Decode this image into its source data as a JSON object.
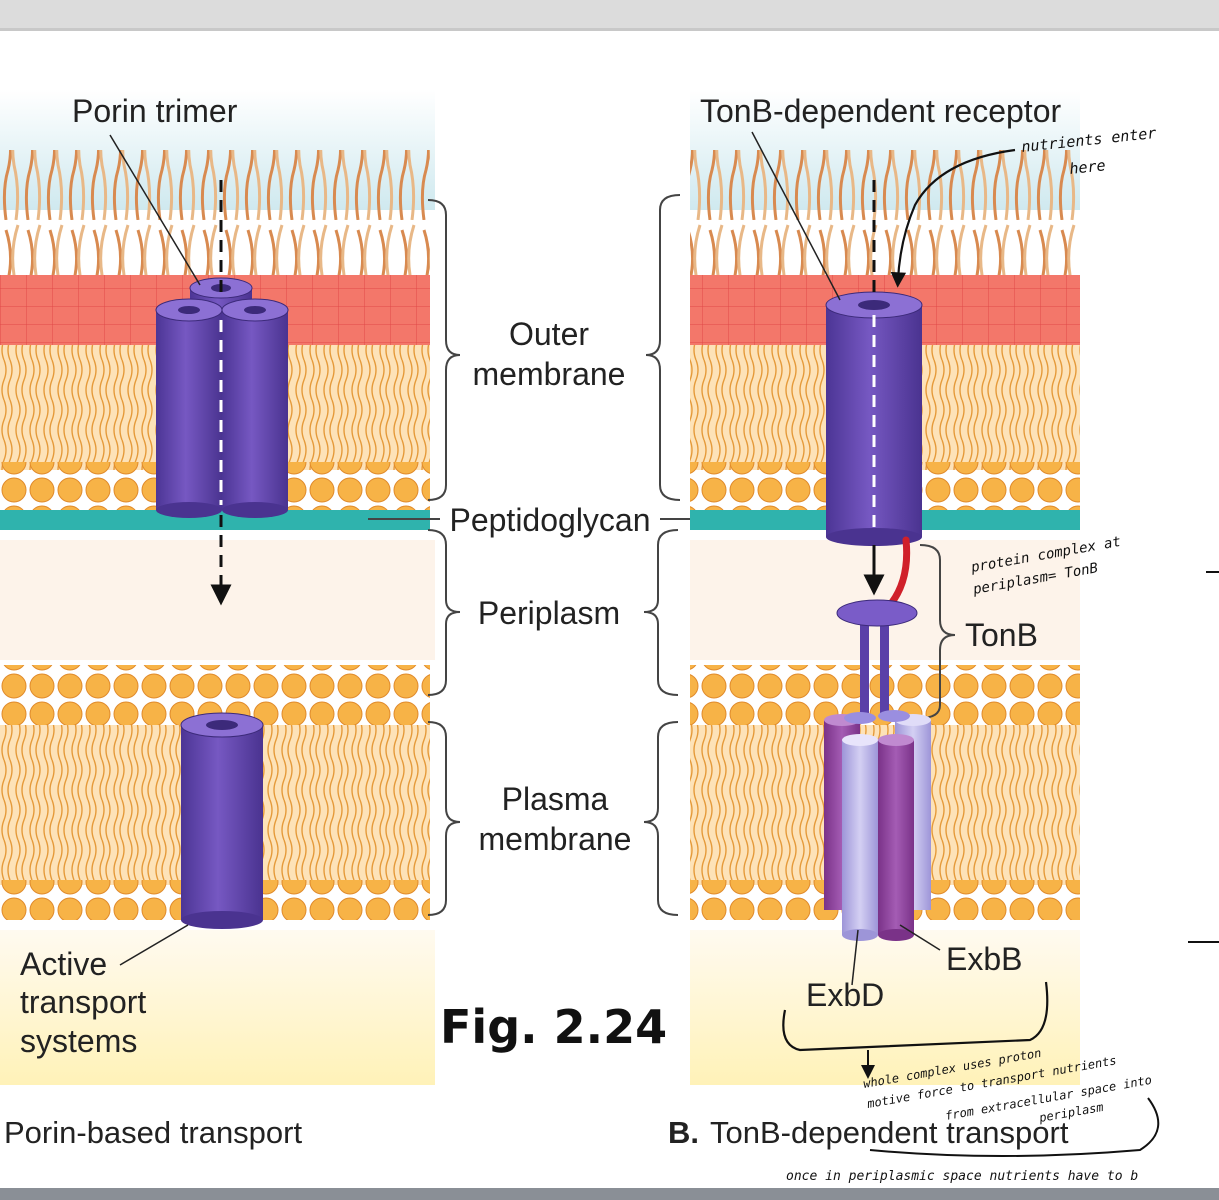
{
  "labels": {
    "porin_trimer": "Porin trimer",
    "tonb_receptor": "TonB-dependent receptor",
    "outer_membrane_1": "Outer",
    "outer_membrane_2": "membrane",
    "peptidoglycan": "Peptidoglycan",
    "periplasm": "Periplasm",
    "plasma_membrane_1": "Plasma",
    "plasma_membrane_2": "membrane",
    "tonb": "TonB",
    "exbb": "ExbB",
    "exbd": "ExbD",
    "active_1": "Active",
    "active_2": "transport",
    "active_3": "systems",
    "figure_number": "Fig. 2.24",
    "caption_a": "Porin-based transport",
    "caption_b_letter": "B.",
    "caption_b": "TonB-dependent transport"
  },
  "handwritten": {
    "nutrients_1": "nutrients enter",
    "nutrients_2": "here",
    "protein_1": "protein complex at",
    "protein_2": "periplasm= TonB",
    "whole_1": "whole complex uses proton",
    "whole_2": "motive force to transport nutrients",
    "whole_3": "from extracellular space into",
    "whole_4": "periplasm",
    "bottom_note": "once in periplasmic space nutrients have to b"
  },
  "colors": {
    "protein": "#6a4fb0",
    "protein_dark": "#4a3390",
    "exbb": "#9a4fa8",
    "exbd": "#b7b0e6",
    "tonb": "#d0202a",
    "peptidoglycan": "#2fb3ad",
    "lipid_head": "#f7b347",
    "lps": "#e06a3a"
  }
}
